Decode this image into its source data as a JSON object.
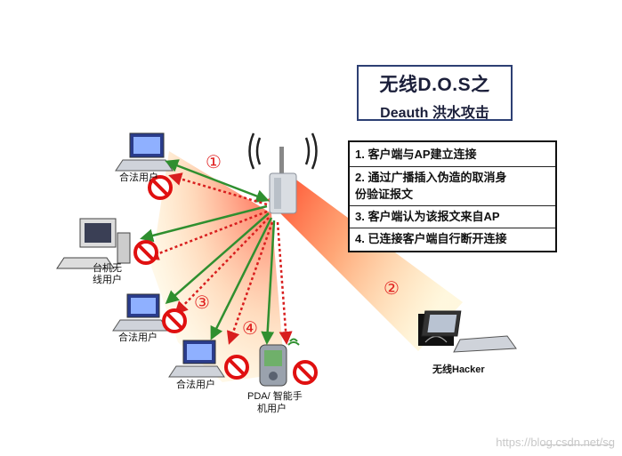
{
  "title": {
    "line1": "无线D.O.S之",
    "line2": "Deauth 洪水攻击"
  },
  "steps": [
    "1. 客户端与AP建立连接",
    "2. 通过广播插入伪造的取消身",
    "份验证报文",
    "3. 客户端认为该报文来自AP",
    "4. 已连接客户端自行断开连接"
  ],
  "step_markers": [
    "①",
    "②",
    "③",
    "④"
  ],
  "devices": {
    "laptop_top": "合法用户",
    "desktop_line1": "台机无",
    "desktop_line2": "线用户",
    "laptop_mid": "合法用户",
    "laptop_bottom": "合法用户",
    "pda_line1": "PDA/ 智能手",
    "pda_line2": "机用户",
    "hacker": "无线Hacker"
  },
  "watermark_url": "https://blog.csdn.net/sg",
  "colors": {
    "link_green": "#2f8f2f",
    "attack_red": "#d81e1e",
    "beam_red": "#ff3b1e",
    "beam_yellow": "#ffe27a",
    "box_border": "#2d3f73"
  }
}
